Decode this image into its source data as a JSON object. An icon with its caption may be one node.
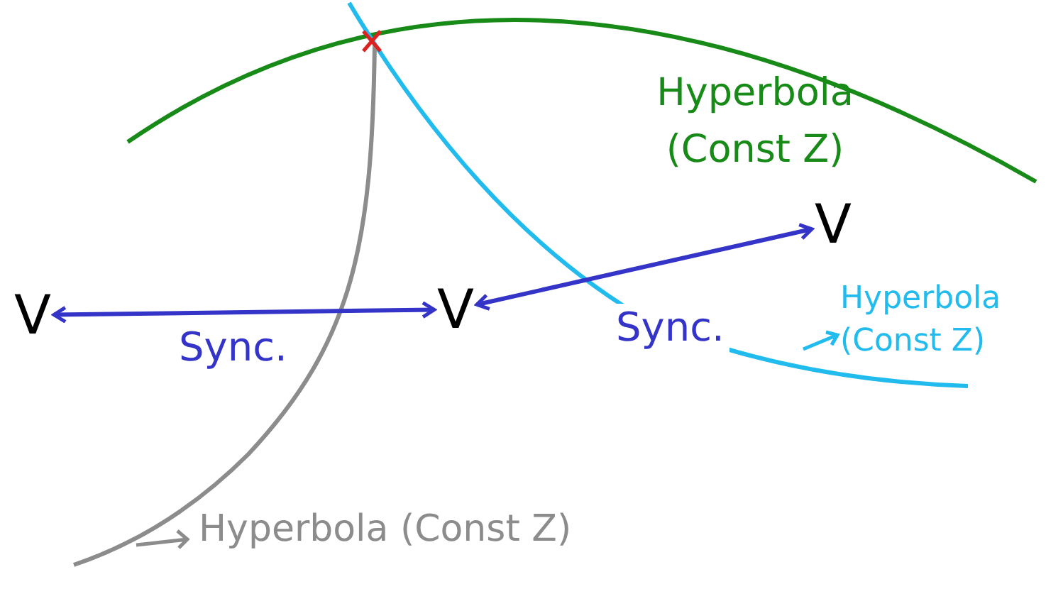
{
  "diagram": {
    "nodes": [
      {
        "text": [
          "V"
        ]
      },
      {
        "text": [
          "V"
        ]
      },
      {
        "text": [
          "V"
        ]
      }
    ],
    "edges": [
      {
        "from": 0,
        "to": 1,
        "arrow": "both",
        "label": "Sync."
      },
      {
        "from": 1,
        "to": 2,
        "arrow": "both",
        "label": "Sync."
      }
    ],
    "labels": [
      "Hyperbola (Const Z)",
      "Hyperbola (Const Z)",
      "Hyperbola (Const Z)"
    ]
  }
}
